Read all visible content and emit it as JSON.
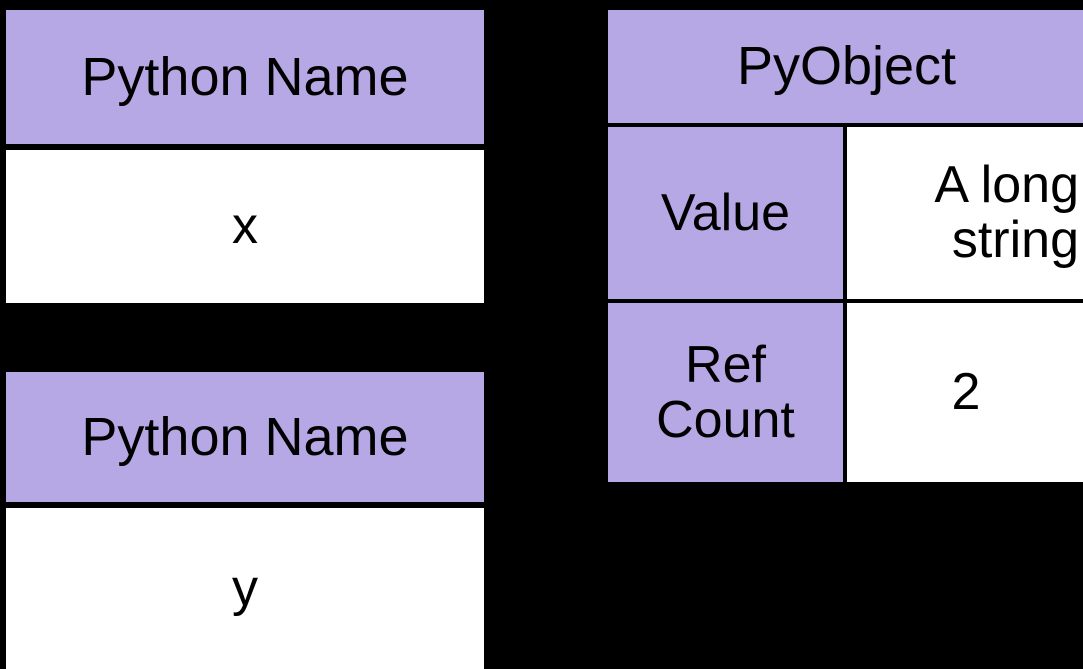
{
  "diagram": {
    "background_color": "#000000",
    "header_fill_color": "#b5a8e5",
    "cell_fill_color": "#ffffff",
    "border_color": "#000000"
  },
  "name_box_1": {
    "header": "Python Name",
    "value": "x"
  },
  "name_box_2": {
    "header": "Python Name",
    "value": "y"
  },
  "pyobject_box": {
    "title": "PyObject",
    "rows": [
      {
        "label": "Value",
        "value": "A long string"
      },
      {
        "label_line_1": "Ref",
        "label_line_2": "Count",
        "value": "2"
      }
    ]
  }
}
